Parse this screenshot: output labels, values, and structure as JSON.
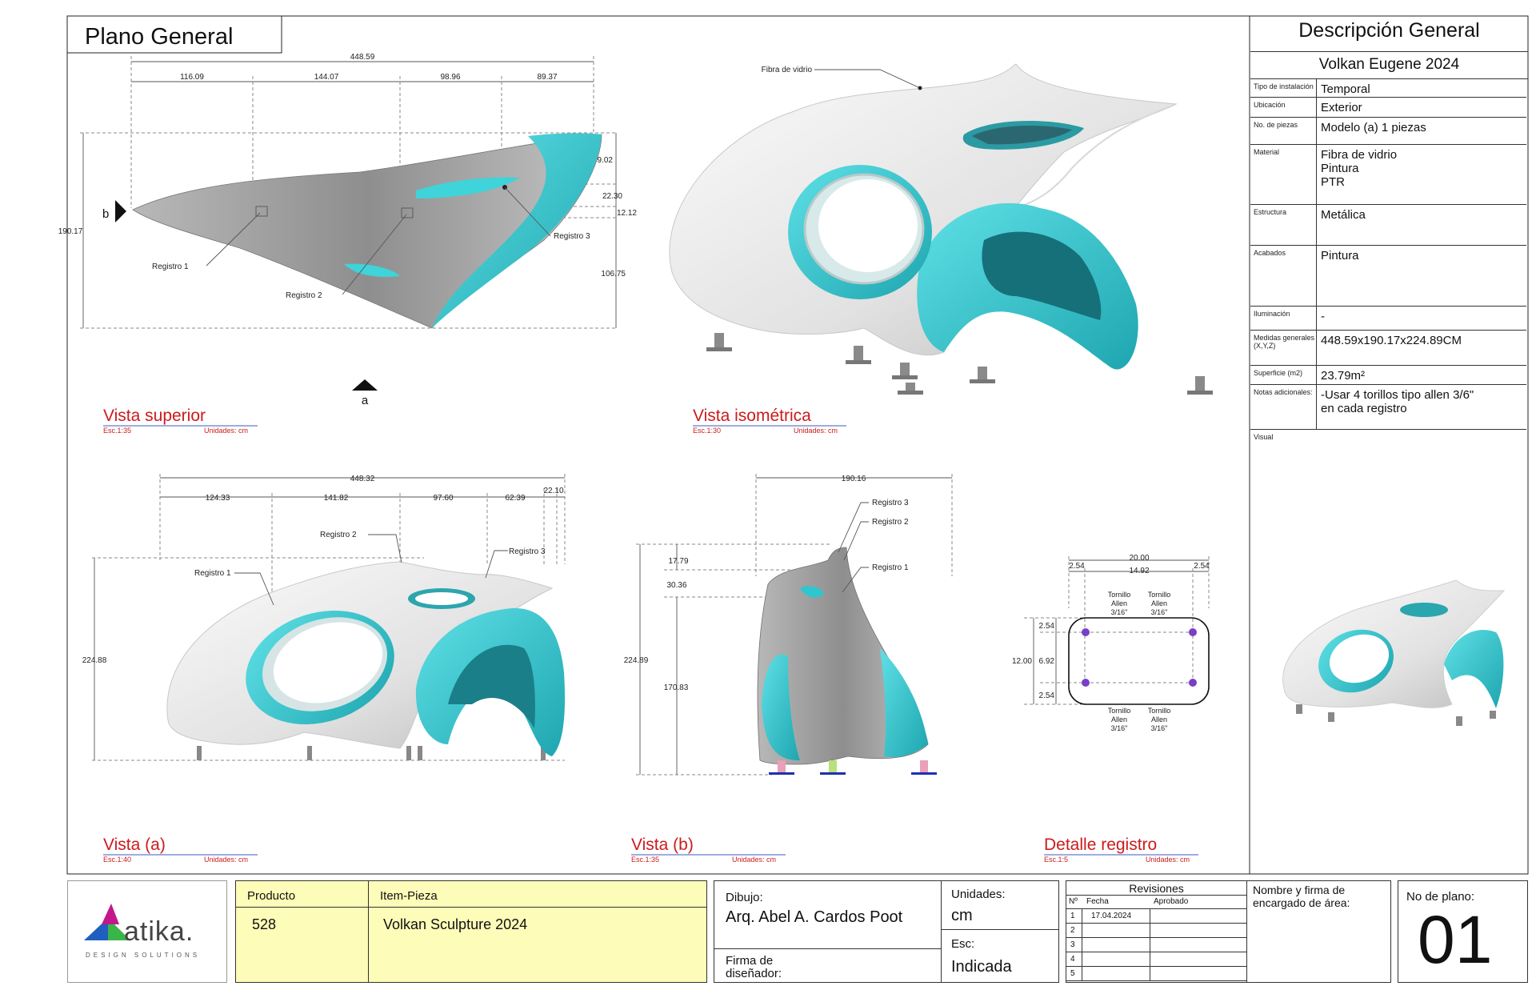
{
  "sheet": {
    "title": "Plano General",
    "view_top": {
      "title": "Vista superior",
      "scale": "Esc.1:35",
      "units": "Unidades: cm",
      "marker_a": "a",
      "marker_b": "b",
      "dims": [
        "448.59",
        "116.09",
        "144.07",
        "98.96",
        "89.37",
        "190.17",
        "49.02",
        "22.30",
        "12.12",
        "106.75"
      ],
      "labels": [
        "Registro 1",
        "Registro 2",
        "Registro 3"
      ]
    },
    "view_iso": {
      "title": "Vista isométrica",
      "scale": "Esc.1:30",
      "units": "Unidades: cm",
      "label": "Fibra de vidrio"
    },
    "view_a": {
      "title": "Vista (a)",
      "scale": "Esc.1:40",
      "units": "Unidades: cm",
      "dims": [
        "448.32",
        "124.33",
        "141.82",
        "97.60",
        "62.39",
        "22.10",
        "224.88"
      ],
      "labels": [
        "Registro 2",
        "Registro 3",
        "Registro 1"
      ]
    },
    "view_b": {
      "title": "Vista (b)",
      "scale": "Esc.1:35",
      "units": "Unidades: cm",
      "dims": [
        "190.16",
        "17.79",
        "30.36",
        "224.89",
        "170.83"
      ],
      "labels": [
        "Registro 3",
        "Registro 2",
        "Registro 1"
      ]
    },
    "detail": {
      "title": "Detalle  registro",
      "scale": "Esc.1:5",
      "units": "Unidades: cm",
      "dims": [
        "20.00",
        "2.54",
        "14.92",
        "2.54",
        "2.54",
        "12.00",
        "6.92",
        "2.54"
      ],
      "screw": [
        "Tornillo",
        "Allen",
        "3/16\""
      ]
    }
  },
  "description": {
    "heading": "Descripción General",
    "project": "Volkan Eugene 2024",
    "rows": [
      {
        "key": "Tipo de instalación",
        "value": "Temporal"
      },
      {
        "key": "Ubicación",
        "value": "Exterior"
      },
      {
        "key": "No. de piezas",
        "value": "Modelo (a) 1 piezas"
      },
      {
        "key": "Material",
        "value": "Fibra de vidrio\nPintura\nPTR"
      },
      {
        "key": "Estructura",
        "value": "Metálica"
      },
      {
        "key": "Acabados",
        "value": "Pintura"
      },
      {
        "key": "Iluminación",
        "value": "-"
      },
      {
        "key": "Medidas generales (X,Y,Z)",
        "value": "448.59x190.17x224.89CM"
      },
      {
        "key": "Superficie (m2)",
        "value": "23.79m²"
      },
      {
        "key": "Notas adicionales:",
        "value": "-Usar 4 torillos  tipo allen 3/6\"\nen cada registro"
      },
      {
        "key": "Visual",
        "value": ""
      }
    ]
  },
  "title_block": {
    "logo_text": "atika.",
    "logo_sub": "DESIGN SOLUTIONS",
    "producto_label": "Producto",
    "producto_value": "528",
    "item_label": "Item-Pieza",
    "item_value": "Volkan Sculpture 2024",
    "dibujo_label": "Dibujo:",
    "dibujo_value": "Arq. Abel A. Cardos Poot",
    "firma_label": "Firma de\ndiseñador:",
    "unidades_label": "Unidades:",
    "unidades_value": "cm",
    "esc_label": "Esc:",
    "esc_value": "Indicada",
    "revisiones_label": "Revisiones",
    "rev_headers": [
      "Nº",
      "Fecha",
      "Aprobado"
    ],
    "rev_rows": [
      {
        "n": "1",
        "fecha": "17.04.2024"
      },
      {
        "n": "2",
        "fecha": ""
      },
      {
        "n": "3",
        "fecha": ""
      },
      {
        "n": "4",
        "fecha": ""
      },
      {
        "n": "5",
        "fecha": ""
      }
    ],
    "firma_area_label": "Nombre y firma de\nencargado de área:",
    "plano_label": "No de plano:",
    "plano_value": "01"
  },
  "colors": {
    "accent_red": "#cc1b1b",
    "teal": "#35c7cf",
    "shell": "#e6e6e6",
    "grey_body": "#9a9a9a",
    "title_fill": "#fdfcb8"
  }
}
